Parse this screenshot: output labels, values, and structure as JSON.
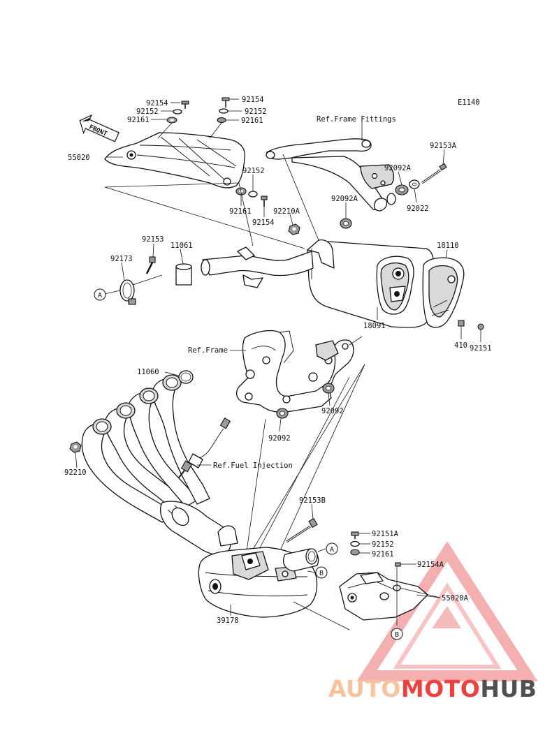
{
  "diagram": {
    "code": "E1140",
    "references": {
      "frame_fittings": "Ref.Frame Fittings",
      "frame": "Ref.Frame",
      "fuel_injection": "Ref.Fuel Injection"
    },
    "front_arrow": "FRONT",
    "callouts": {
      "a1": "A",
      "a2": "A",
      "b1": "B",
      "b2": "B"
    },
    "parts": {
      "p92154_tl": "92154",
      "p92152_tl": "92152",
      "p92161_tl": "92161",
      "p92154_tr": "92154",
      "p92152_tr": "92152",
      "p92161_tr": "92161",
      "p55020": "55020",
      "p92152_m": "92152",
      "p92161_m": "92161",
      "p92154_m": "92154",
      "p92210A": "92210A",
      "p92092A_a": "92092A",
      "p92092A_b": "92092A",
      "p92153A": "92153A",
      "p92022": "92022",
      "p92153": "92153",
      "p11061": "11061",
      "p92173": "92173",
      "p18110": "18110",
      "p18091": "18091",
      "p410": "410",
      "p92151": "92151",
      "p11060": "11060",
      "p92092_a": "92092",
      "p92092_b": "92092",
      "p92210": "92210",
      "p92153B": "92153B",
      "p92151A": "92151A",
      "p92152_b": "92152",
      "p92161_b": "92161",
      "p92154A": "92154A",
      "p55020A": "55020A",
      "p39178": "39178"
    }
  },
  "watermark": {
    "part1": "AUTO",
    "part2": "MOTO",
    "part3": "HUB",
    "colors": {
      "light": "#f7c9a6",
      "red": "#ee3b3b",
      "dark": "#4a4a4a"
    }
  }
}
